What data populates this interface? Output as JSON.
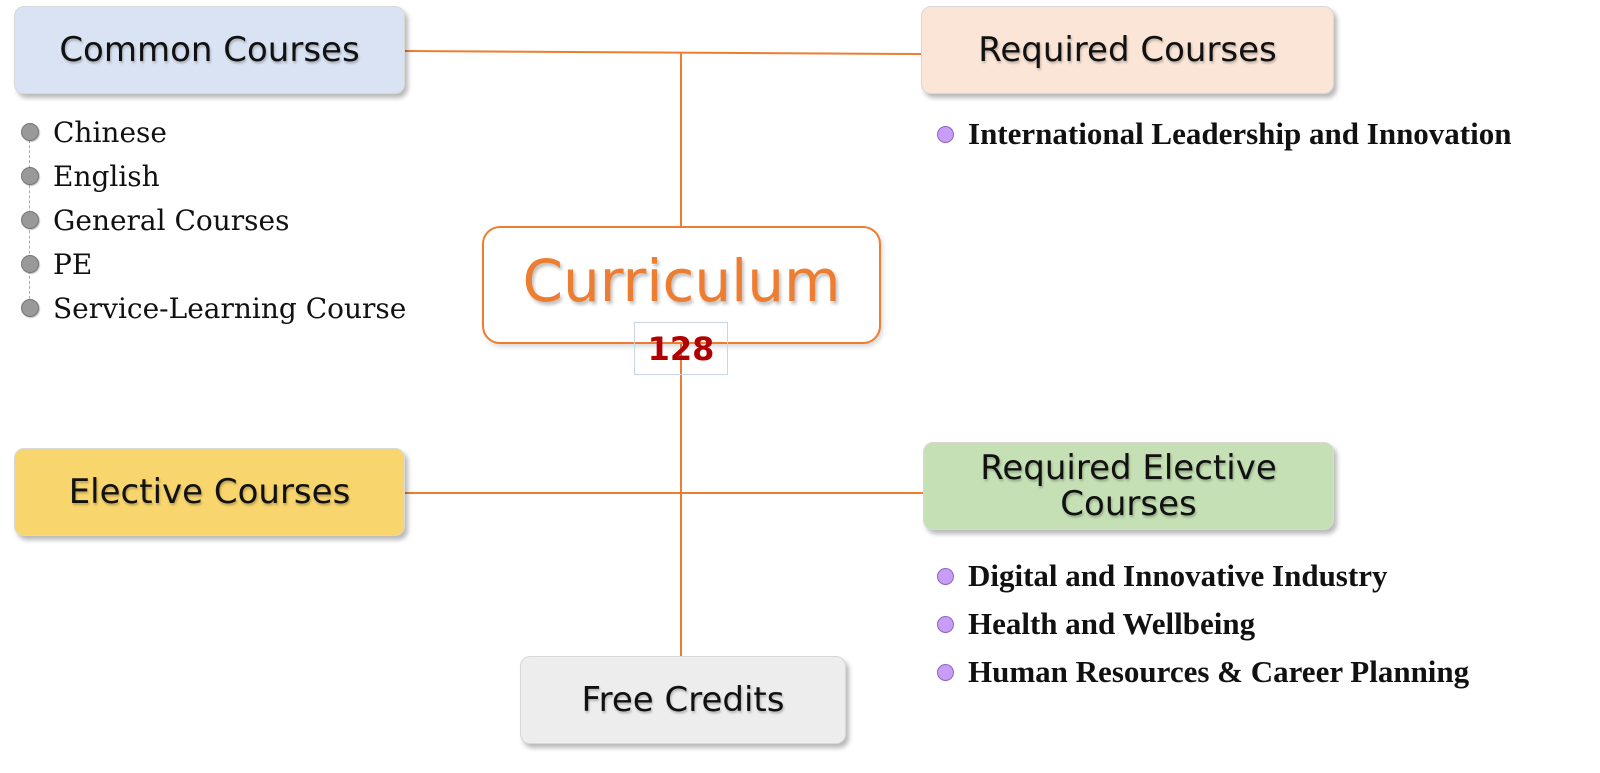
{
  "center": {
    "title": "Curriculum",
    "credits": "128"
  },
  "common": {
    "title": "Common Courses",
    "items": [
      "Chinese",
      "English",
      "General Courses",
      "PE",
      "Service-Learning Course"
    ]
  },
  "required": {
    "title": "Required Courses",
    "items": [
      "International Leadership and Innovation"
    ]
  },
  "elective": {
    "title": "Elective Courses"
  },
  "required_elective": {
    "title_line1": "Required Elective",
    "title_line2": "Courses",
    "items": [
      "Digital and Innovative Industry",
      "Health and Wellbeing",
      "Human Resources & Career Planning"
    ]
  },
  "free": {
    "title": "Free Credits"
  },
  "colors": {
    "connector": "#ed7d31",
    "center_text": "#ed7d31",
    "credits_text": "#b00000",
    "common_fill": "#dae3f3",
    "required_fill": "#fbe5d6",
    "elective_fill": "#f8d56d",
    "required_elective_fill": "#c5e0b4",
    "free_fill": "#ededed"
  }
}
